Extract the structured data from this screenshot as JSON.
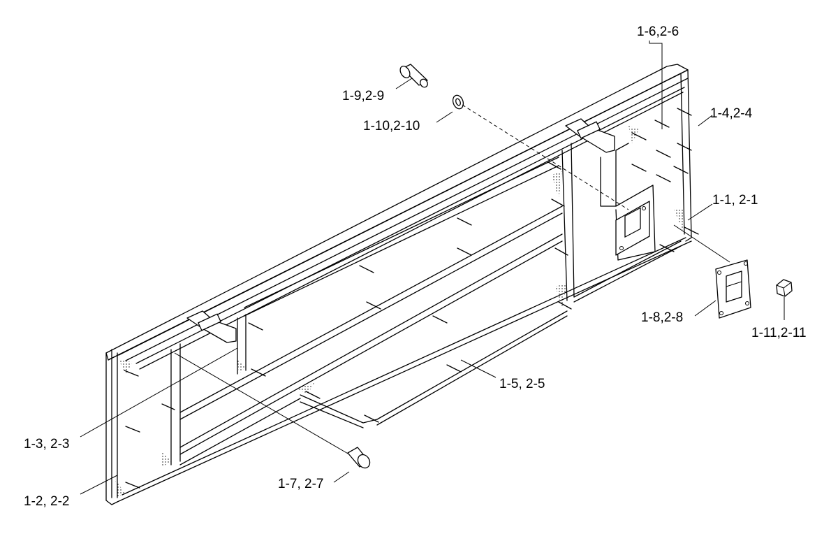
{
  "callouts": {
    "c1": "1-6,2-6",
    "c2": "1-9,2-9",
    "c3": "1-10,2-10",
    "c4": "1-4,2-4",
    "c5": "1-1, 2-1",
    "c6": "1-8,2-8",
    "c7": "1-11,2-11",
    "c8": "1-5, 2-5",
    "c9": "1-3, 2-3",
    "c10": "1-7, 2-7",
    "c11": "1-2, 2-2"
  }
}
